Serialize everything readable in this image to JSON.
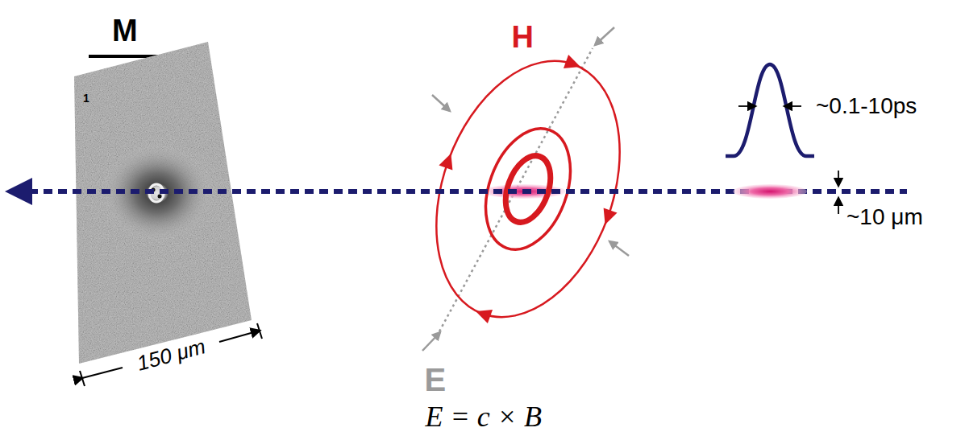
{
  "diagram": {
    "labels": [
      "M",
      "1",
      "150 μm",
      "H",
      "E",
      "~0.1-10ps",
      "~10 μm",
      "E = c × B"
    ]
  }
}
